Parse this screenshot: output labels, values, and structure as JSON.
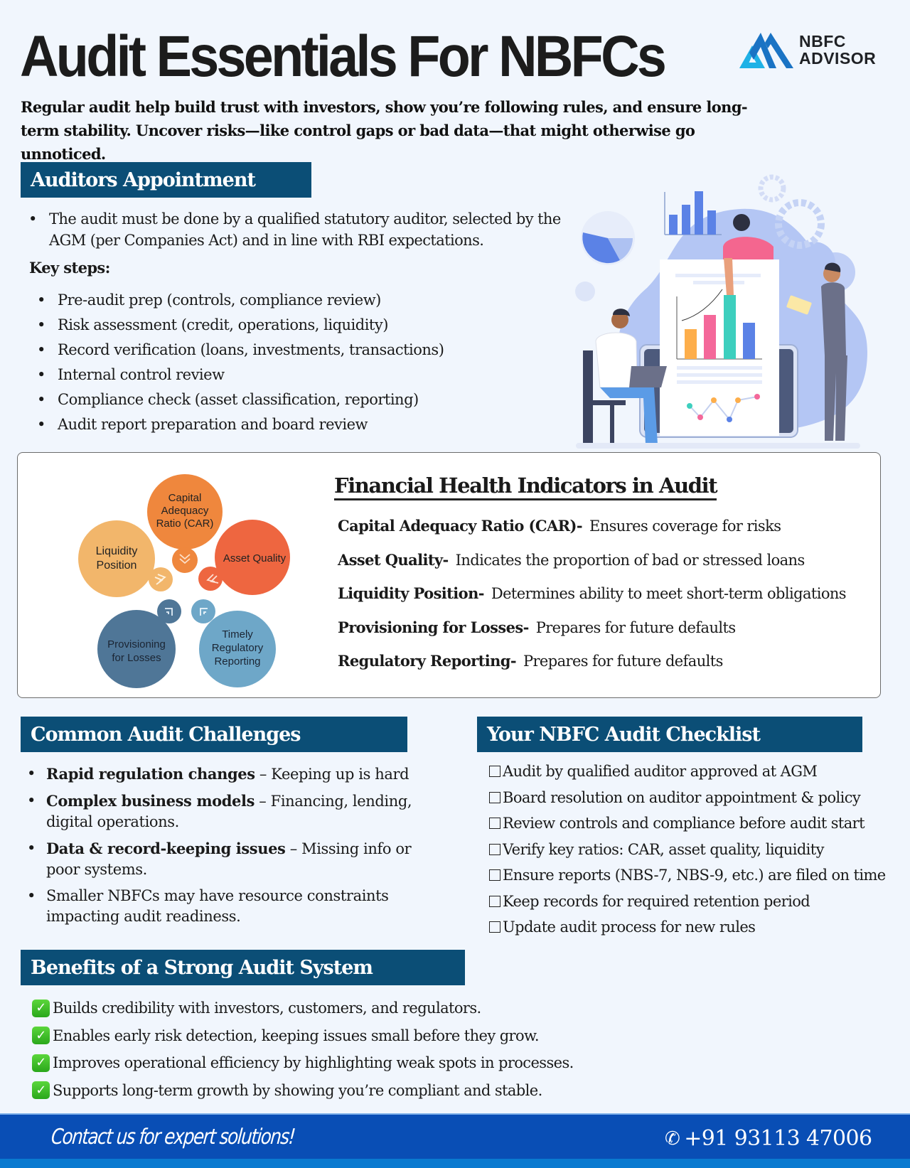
{
  "header": {
    "title": "Audit Essentials For NBFCs",
    "logo": {
      "line1": "NBFC",
      "line2": "ADVISOR",
      "icon": "mountain-m-logo-icon"
    },
    "intro": "Regular audit help build trust with investors, show you’re following rules, and ensure long-term stability. Uncover risks—like control gaps or bad data—that might otherwise go unnoticed."
  },
  "auditors_appointment": {
    "heading": "Auditors Appointment",
    "intro_bullet": "The audit must be done by a qualified statutory auditor, selected by the AGM (per Companies Act) and in line with RBI expectations.",
    "key_steps_label": "Key steps:",
    "steps": [
      "Pre-audit prep (controls, compliance review)",
      "Risk assessment (credit, operations, liquidity)",
      "Record verification (loans, investments, transactions)",
      "Internal control review",
      "Compliance check (asset classification, reporting)",
      "Audit report preparation and board review"
    ],
    "illustration": "team-analyzing-charts-illustration"
  },
  "financial_health": {
    "heading": "Financial Health Indicators in Audit",
    "bubbles": [
      {
        "label": "Capital Adequacy Ratio (CAR)",
        "color": "#ef873d"
      },
      {
        "label": "Asset Quality",
        "color": "#ee6640"
      },
      {
        "label": "Timely Regulatory Reporting",
        "color": "#6ea7c8"
      },
      {
        "label": "Provisioning for Losses",
        "color": "#4f7697"
      },
      {
        "label": "Liquidity Position",
        "color": "#f2b66b"
      }
    ],
    "items": [
      {
        "term": "Capital Adequacy Ratio (CAR)-",
        "desc": "Ensures coverage for risks"
      },
      {
        "term": "Asset Quality-",
        "desc": "Indicates the proportion of bad or stressed loans"
      },
      {
        "term": "Liquidity Position-",
        "desc": "Determines ability to meet short-term obligations"
      },
      {
        "term": "Provisioning for Losses-",
        "desc": "Prepares for future defaults"
      },
      {
        "term": "Regulatory Reporting-",
        "desc": "Prepares for future defaults"
      }
    ]
  },
  "challenges": {
    "heading": "Common Audit Challenges",
    "items": [
      {
        "bold": "Rapid regulation changes",
        "text": " – Keeping up is hard"
      },
      {
        "bold": "Complex business models",
        "text": " – Financing, lending, digital operations."
      },
      {
        "bold": "Data & record-keeping issues",
        "text": " – Missing info or poor systems."
      },
      {
        "bold": "",
        "text": "Smaller NBFCs may have resource constraints impacting audit readiness."
      }
    ]
  },
  "checklist": {
    "heading": "Your NBFC Audit Checklist",
    "items": [
      "Audit by qualified auditor approved at AGM",
      "Board resolution on auditor appointment & policy",
      "Review controls and compliance before audit start",
      "Verify key ratios: CAR, asset quality, liquidity",
      "Ensure reports (NBS-7, NBS-9, etc.) are filed on time",
      "Keep records for required retention period",
      "Update audit process for new rules"
    ]
  },
  "benefits": {
    "heading": "Benefits of a Strong Audit System",
    "check_glyph": "✓",
    "items": [
      "Builds credibility with investors, customers, and regulators.",
      "Enables early risk detection, keeping issues small before they grow.",
      "Improves operational efficiency by highlighting weak spots in processes.",
      "Supports long-term growth by showing you’re compliant and stable."
    ]
  },
  "footer": {
    "cta": "Contact us for expert solutions!",
    "phone": "+91 93113 47006",
    "phone_icon": "✆"
  },
  "colors": {
    "page_bg": "#f1f6fd",
    "section_bar": "#0b4e76",
    "footer_bg": "#094eb5",
    "footer_strip": "#0a7ad0",
    "logo_light": "#1fb1e6",
    "logo_dark": "#1a73c4"
  }
}
